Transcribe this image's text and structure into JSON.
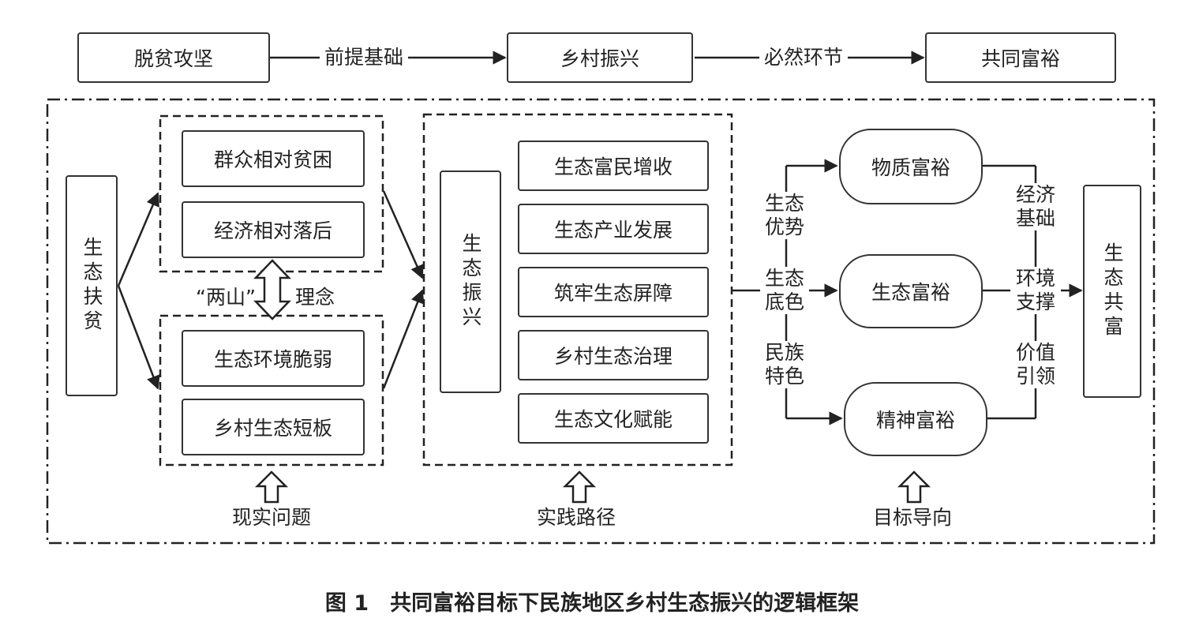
{
  "top_flow": {
    "poverty_alleviation": "脱贫攻坚",
    "premise": "前提基础",
    "rural_revitalization": "乡村振兴",
    "necessary": "必然环节",
    "common_prosperity": "共同富裕"
  },
  "left": {
    "eco_poverty": "生态扶贫",
    "problem_1": "群众相对贫困",
    "problem_2": "经济相对落后",
    "concept": "“两山”",
    "concept_suffix": "理念",
    "problem_3": "生态环境脆弱",
    "problem_4": "乡村生态短板",
    "footer": "现实问题"
  },
  "middle": {
    "eco_revitalization": "生态振兴",
    "items": [
      "生态富民增收",
      "生态产业发展",
      "筑牢生态屏障",
      "乡村生态治理",
      "生态文化赋能"
    ],
    "footer": "实践路径"
  },
  "right": {
    "advantage": "生态\n优势",
    "base_color": "生态\n底色",
    "ethnic": "民族\n特色",
    "material": "物质富裕",
    "ecological": "生态富裕",
    "spiritual": "精神富裕",
    "econ_basis": "经济\n基础",
    "env_support": "环境\n支撑",
    "value_lead": "价值\n引领",
    "eco_common": "生态共富",
    "footer": "目标导向"
  },
  "caption": "图 1　共同富裕目标下民族地区乡村生态振兴的逻辑框架"
}
